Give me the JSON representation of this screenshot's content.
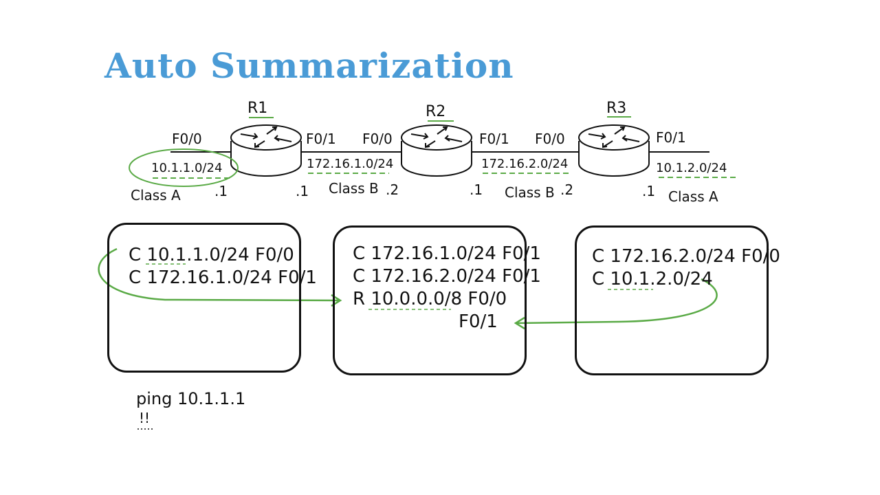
{
  "title": "Auto Summarization",
  "routers": [
    {
      "name": "R1",
      "left_iface": "F0/0",
      "right_iface": "F0/1"
    },
    {
      "name": "R2",
      "left_iface": "F0/0",
      "right_iface": "F0/1"
    },
    {
      "name": "R3",
      "left_iface": "F0/0",
      "right_iface": "F0/1"
    }
  ],
  "networks": [
    {
      "prefix": "10.1.1.0/24",
      "class": "Class A"
    },
    {
      "prefix": "172.16.1.0/24",
      "class": "Class B"
    },
    {
      "prefix": "172.16.2.0/24",
      "class": "Class B"
    },
    {
      "prefix": "10.1.2.0/24",
      "class": "Class A"
    }
  ],
  "host_ids": [
    ".1",
    ".1",
    ".2",
    ".1",
    ".2",
    ".1"
  ],
  "routing_tables": [
    {
      "router": "R1",
      "entries": [
        "C 10.1.1.0/24 F0/0",
        "C 172.16.1.0/24 F0/1"
      ]
    },
    {
      "router": "R2",
      "entries": [
        "C 172.16.1.0/24 F0/1",
        "C 172.16.2.0/24 F0/1",
        "R 10.0.0.0/8 F0/0",
        "F0/1"
      ]
    },
    {
      "router": "R3",
      "entries": [
        "C 172.16.2.0/24 F0/0",
        "C 10.1.2.0/24"
      ]
    }
  ],
  "ping": {
    "command": "ping 10.1.1.1",
    "result": "!!"
  },
  "colors": {
    "title": "#4a9bd6",
    "annotation": "#5aaa46",
    "ink": "#111111"
  }
}
